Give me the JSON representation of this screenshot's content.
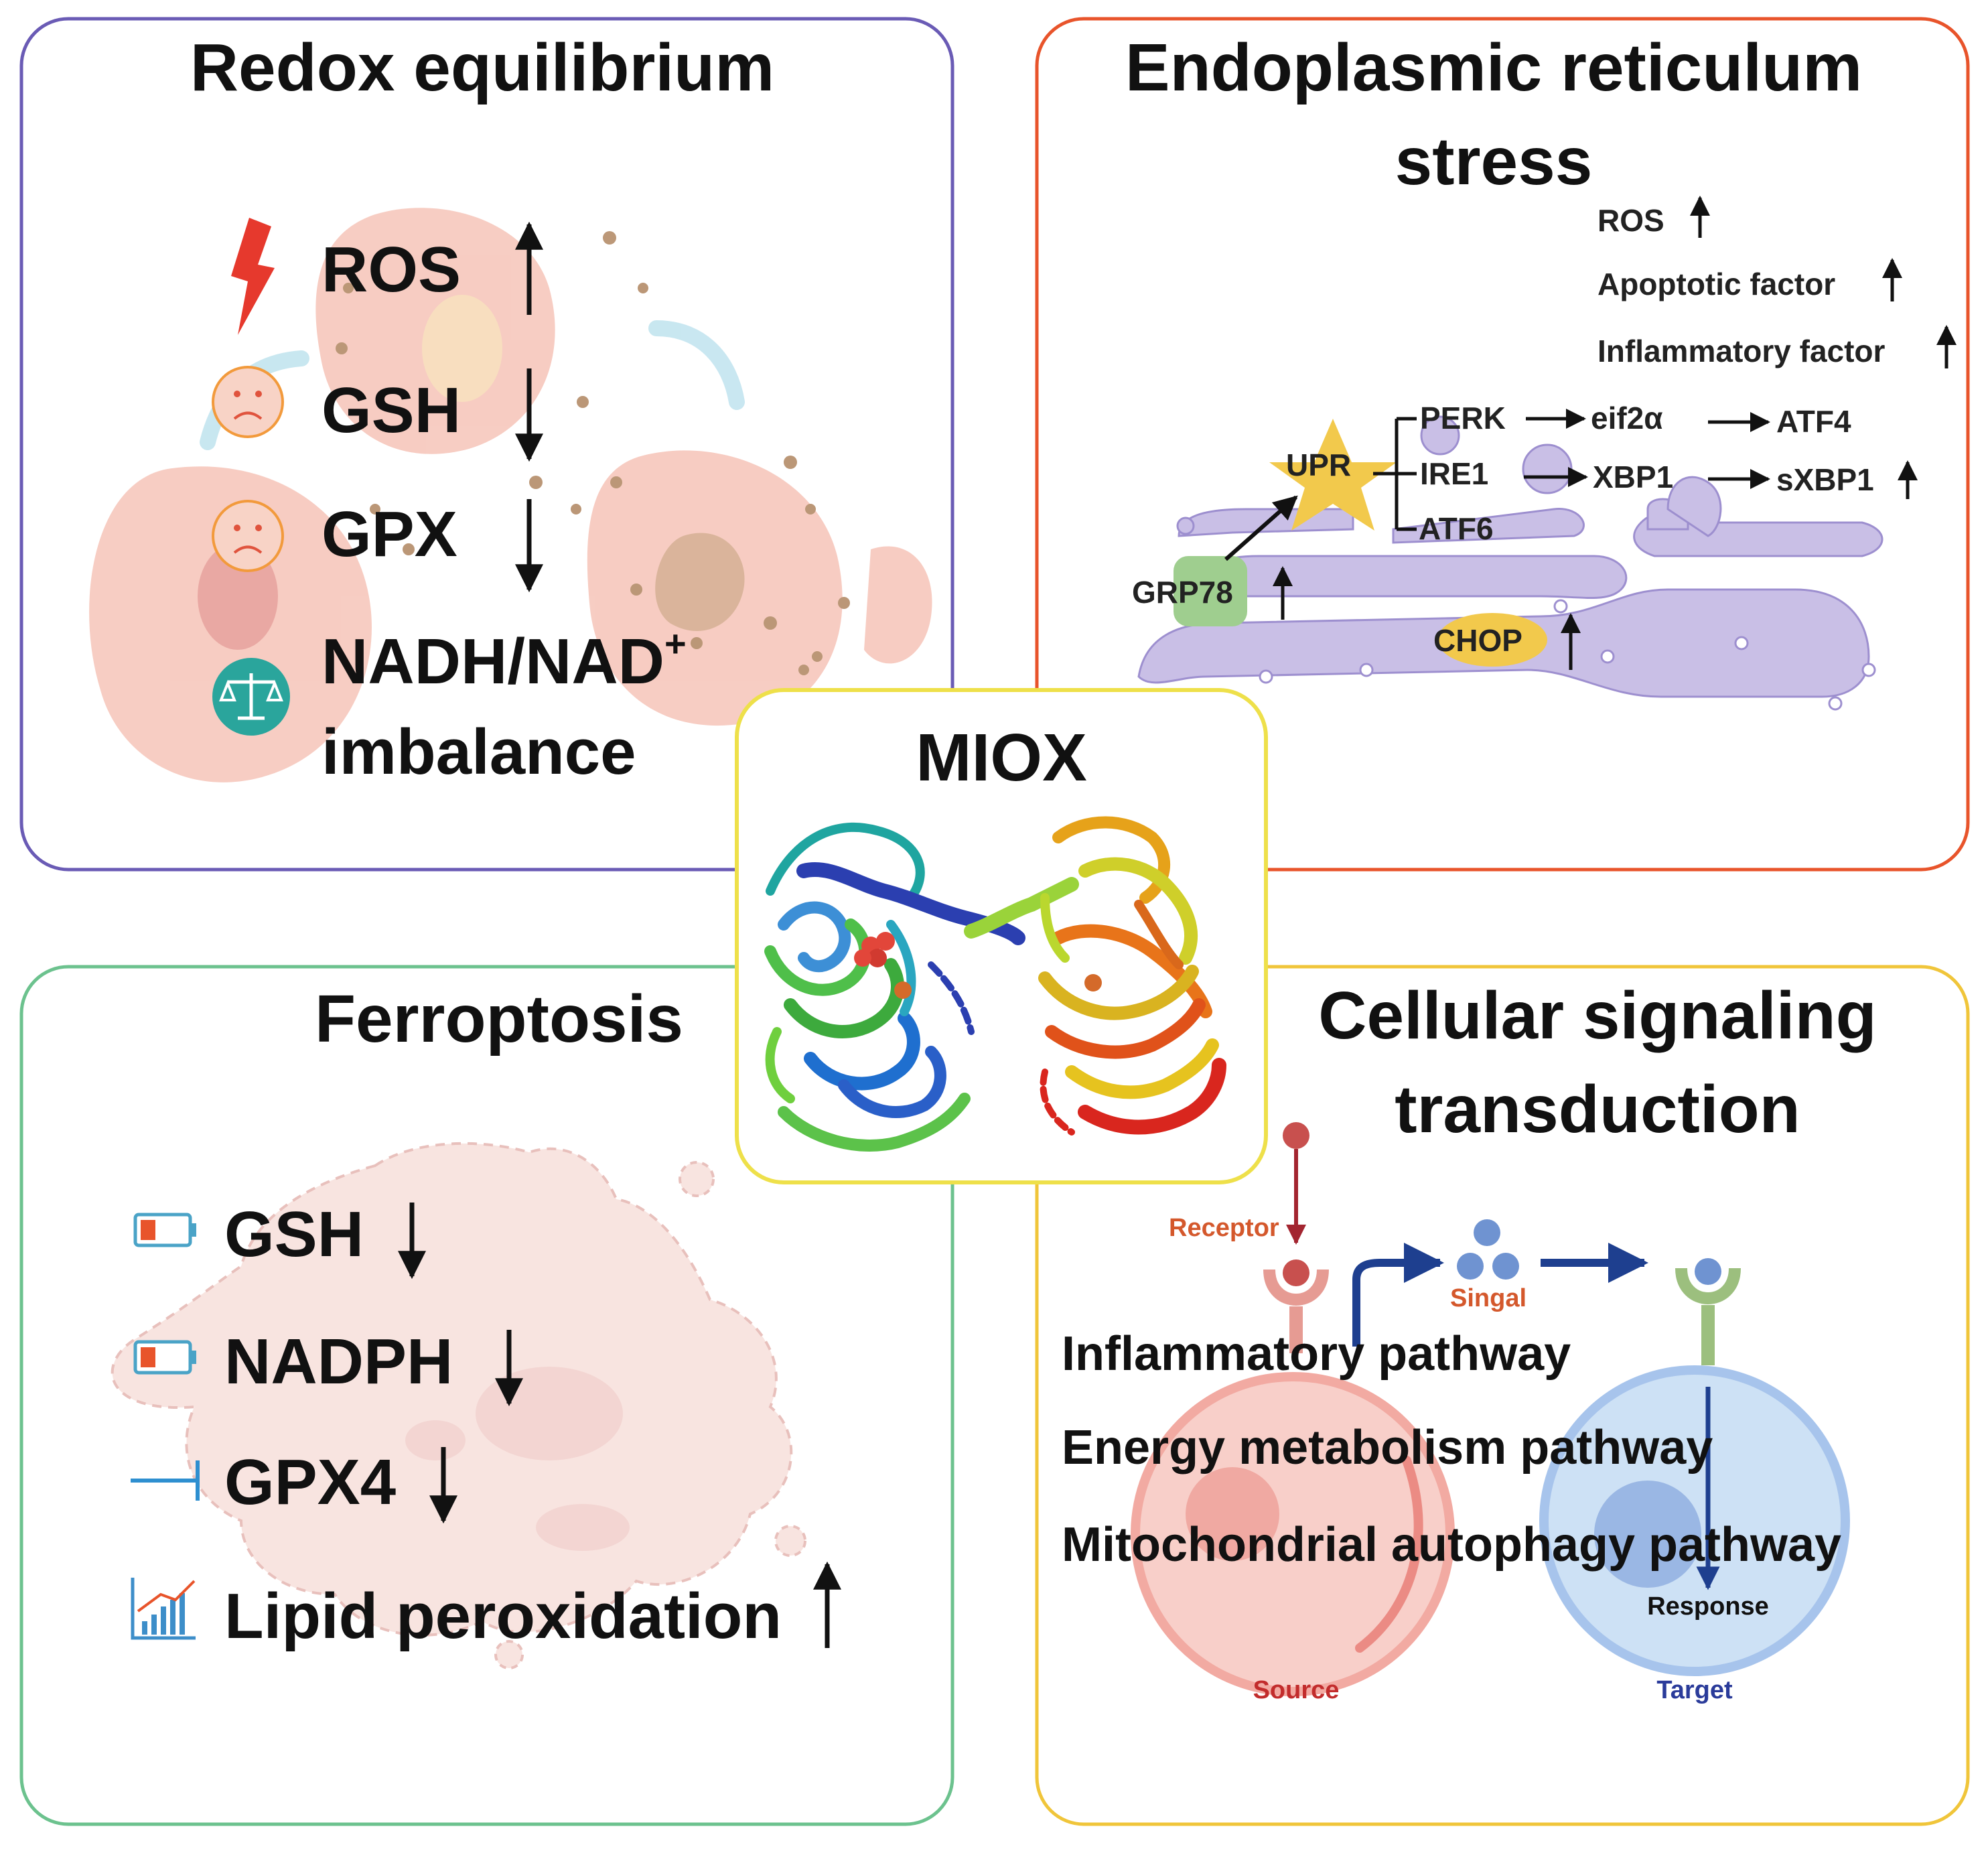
{
  "center": {
    "title": "MIOX"
  },
  "redox": {
    "title": "Redox equilibrium",
    "items": [
      "ROS",
      "GSH",
      "GPX"
    ],
    "imbalance_line1": "NADH/NAD",
    "imbalance_sup": "+",
    "imbalance_line2": "imbalance"
  },
  "er": {
    "title_line1": "Endoplasmic reticulum",
    "title_line2": "stress",
    "effects": [
      "ROS",
      "Apoptotic factor",
      "Inflammatory factor"
    ],
    "upr": "UPR",
    "branches": {
      "perk": "PERK",
      "ire1": "IRE1",
      "atf6": "ATF6"
    },
    "downstream": {
      "eif2a": "eif2α",
      "atf4": "ATF4",
      "xbp1": "XBP1",
      "sxbp1": "sXBP1"
    },
    "grp78": "GRP78",
    "chop": "CHOP"
  },
  "ferroptosis": {
    "title": "Ferroptosis",
    "items": [
      "GSH",
      "NADPH",
      "GPX4",
      "Lipid peroxidation"
    ]
  },
  "signaling": {
    "title_line1": "Cellular signaling",
    "title_line2": "transduction",
    "pathways": [
      "Inflammatory pathway",
      "Energy metabolism pathway",
      "Mitochondrial autophagy pathway"
    ],
    "receptor": "Receptor",
    "signal": "Singal",
    "response": "Response",
    "source": "Source",
    "target": "Target"
  },
  "colors": {
    "redox_border": "#6a5bb5",
    "er_border": "#e8542b",
    "ferro_border": "#6cc28e",
    "signal_border": "#f0c53a",
    "center_border": "#eee04a"
  }
}
